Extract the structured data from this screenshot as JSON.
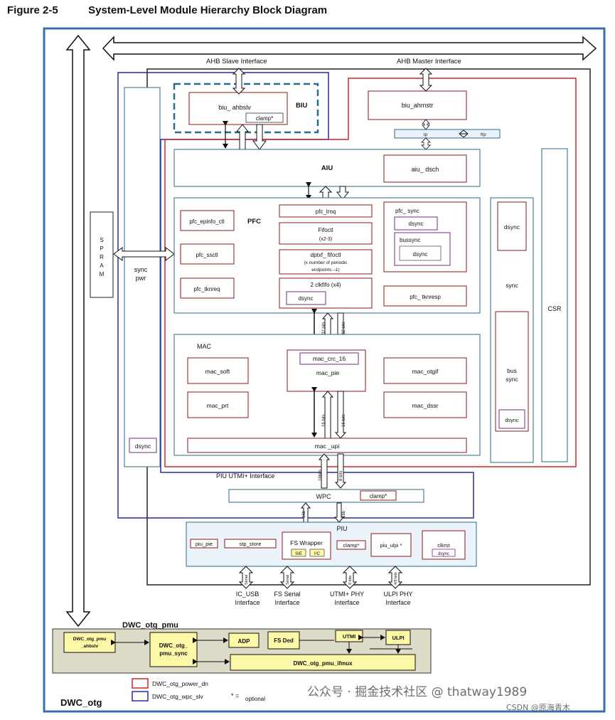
{
  "figure": {
    "number": "Figure 2-5",
    "title": "System-Level Module Hierarchy Block Diagram"
  },
  "colors": {
    "power_dn": "#d32626",
    "wpc_slv": "#2a2aa8",
    "outer_border": "#3a6fa8",
    "box_fill": "#ffffff",
    "pmu_fill": "#fdf7a8",
    "pmu_bg": "#dcdcc8",
    "piu_fill": "#eaf2fa"
  },
  "interfaces": {
    "ahb_slave": "AHB Slave Interface",
    "ahb_master": "AHB Master Interface",
    "piu_utmi": "PIU UTMI+ Interface",
    "ic_usb": [
      "IC_USB",
      "Interface"
    ],
    "fs_serial": [
      "FS Serial",
      "Interface"
    ],
    "utmi_phy": [
      "UTMI+ PHY",
      "Interface"
    ],
    "ulpi_phy": [
      "ULPI PHY",
      "Interface"
    ]
  },
  "blocks": {
    "sprom": [
      "S",
      "P",
      "R",
      "A",
      "M"
    ],
    "sync_pwr": [
      "sync",
      "pwr"
    ],
    "dsync_left": "dsync",
    "biu_ahbslv": "biu_ ahbslv",
    "clamp_biu": "clamp*",
    "biu": "BIU",
    "biu_ahmstr": "biu_ahmstr",
    "ip": "ip",
    "frp": "frp",
    "aiu": "AIU",
    "aiu_dsch": "aiu_ dsch",
    "pfc": "PFC",
    "pfc_epinfo_ctl": "pfc_epinfo_ctl",
    "pfc_ssctl": "pfc_ssctl",
    "pfc_tknreq": "pfc_tknreq",
    "pfc_lrnq": "pfc_lrnq",
    "fifoctl": [
      "Fifoctl",
      "(x2-3)"
    ],
    "dptxf": [
      "dptxf_ fifoctl",
      "(x number of periodic",
      "endpoints –1)"
    ],
    "clkfifo": "2 clkfifo (x4)",
    "dsync_clkfifo": "dsync",
    "pfc_sync": "pfc_ sync",
    "dsync_pfc_sync": "dsync",
    "bussync_label": "bussync",
    "dsync_bussync": "dsync",
    "pfc_tknresp": "pfc_ tknresp",
    "mac": "MAC",
    "mac_soft": "mac_soft",
    "mac_prt": "mac_prt",
    "mac_crc_16": "mac_crc_16",
    "mac_pie": "mac_pie",
    "mac_otgif": "mac_otgif",
    "mac_dssr": "mac_dssr",
    "mac_upi": "mac _upi",
    "dsync_right": "dsync",
    "sync_right": "sync",
    "bus_sync": [
      "bus",
      "sync"
    ],
    "dsync_bus": "dsync",
    "csr": "CSR",
    "wpc": "WPC",
    "clamp_wpc": "clamp*",
    "piu": "PIU",
    "piu_pie": "piu_pie",
    "stp_store": "stp_store",
    "fs_wrapper": "FS Wrapper",
    "sie": "SIE",
    "i2c": "I²C",
    "clamp_piu": "clamp*",
    "piu_ulpi": "piu_ulpi *",
    "clkrst": "clkrst",
    "dsync_clkrst": "dsync"
  },
  "bus_widths": {
    "aiu_mac_a": "32 bits",
    "aiu_mac_b": "32 bits",
    "mac_upi_a": "16 bits",
    "mac_upi_b": "16 bits",
    "upi_wpc_a": "16bits",
    "upi_wpc_b": "8 bits",
    "wpc_piu_a": "16b",
    "wpc_piu_b": "16b",
    "phy_a": "Serial",
    "phy_b": "Serial",
    "phy_c": "8 bits",
    "phy_d": "4/8 bits"
  },
  "pmu": {
    "title": "DWC_otg_pmu",
    "ahbslv": [
      "DWC_otg_pmu",
      "_ahbslv"
    ],
    "pmu_sync": [
      "DWC_otg_",
      "pmu_sync"
    ],
    "adp": "ADP",
    "fs_ded": "FS Ded",
    "utmi": "UTMI",
    "ulpi": "ULPI",
    "ifmux": "DWC_otg_pmu_ifmux"
  },
  "legend": {
    "power_dn": "DWC_otg_power_dn",
    "wpc_slv": "DWC_otg_wpc_slv",
    "optional_symbol": "* =",
    "optional_text": "optional"
  },
  "dwc_otg": "DWC_otg",
  "watermark": {
    "brand": "公众号 · 掘金技术社区 @ thatway1989",
    "csdn": "CSDN @原海青木"
  }
}
